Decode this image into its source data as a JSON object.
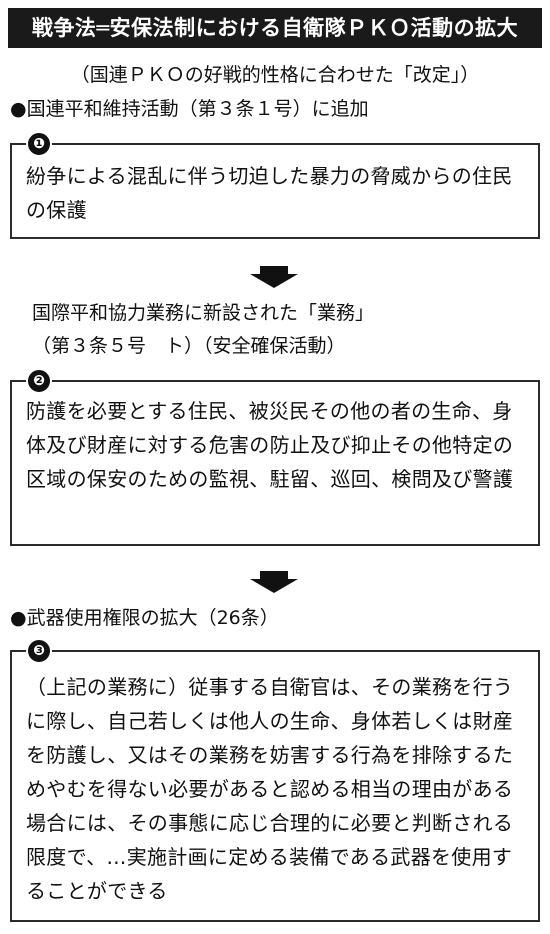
{
  "header": {
    "title": "戦争法═安保法制における自衛隊ＰＫＯ活動の拡大",
    "subtitle": "（国連ＰＫＯの好戦的性格に合わせた「改定」）"
  },
  "section1": {
    "heading": "●国連平和維持活動（第３条１号）に追加",
    "badge": "❶",
    "text": "紛争による混乱に伴う切迫した暴力の脅威からの住民の保護"
  },
  "section2": {
    "heading_line1": "国際平和協力業務に新設された「業務」",
    "heading_line2": "（第３条５号　ト）（安全確保活動）",
    "badge": "❷",
    "text": "防護を必要とする住民、被災民その他の者の生命、身体及び財産に対する危害の防止及び抑止その他特定の区域の保安のための監視、駐留、巡回、検問及び警護"
  },
  "section3": {
    "heading": "●武器使用権限の拡大（26条）",
    "badge": "❸",
    "text": "（上記の業務に）従事する自衛官は、その業務を行うに際し、自己若しくは他人の生命、身体若しくは財産を防護し、又はその業務を妨害する行為を排除するためやむを得ない必要があると認める相当の理由がある場合には、その事態に応じ合理的に必要と判断される限度で、…実施計画に定める装備である武器を使用することができる"
  },
  "colors": {
    "title_bg": "#1a1a1a",
    "title_fg": "#ffffff",
    "box_border": "#2b2b2b",
    "highlight": "#e6e6e6"
  },
  "icons": {
    "down_arrow": "down-arrow-icon"
  }
}
